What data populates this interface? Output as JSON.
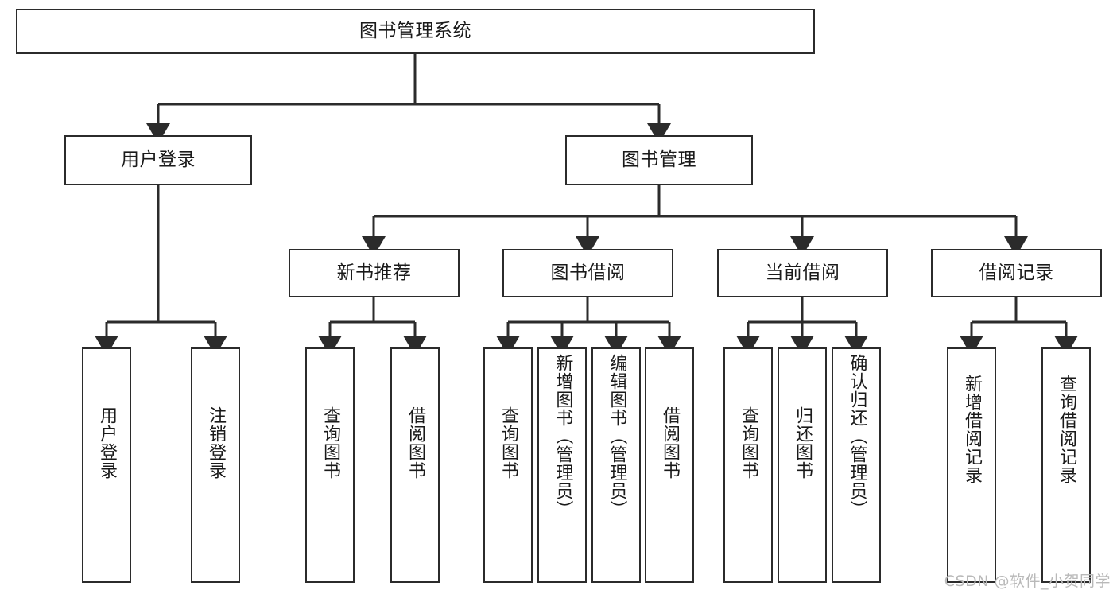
{
  "diagram": {
    "title": "图书管理系统",
    "type": "hierarchy-tree",
    "orientation": "top-down",
    "colors": {
      "stroke": "#2b2b2b",
      "fill": "#ffffff",
      "text": "#1a1a1a",
      "watermark": "#b9b9b9"
    },
    "root": {
      "id": "root",
      "label": "图书管理系统",
      "level": 1
    },
    "level2": [
      {
        "id": "user-login",
        "label": "用户登录",
        "level": 2
      },
      {
        "id": "book-management",
        "label": "图书管理",
        "level": 2
      }
    ],
    "level3": [
      {
        "id": "new-book-recommend",
        "label": "新书推荐",
        "level": 3,
        "parent": "book-management"
      },
      {
        "id": "book-borrow",
        "label": "图书借阅",
        "level": 3,
        "parent": "book-management"
      },
      {
        "id": "current-borrow",
        "label": "当前借阅",
        "level": 3,
        "parent": "book-management"
      },
      {
        "id": "borrow-record",
        "label": "借阅记录",
        "level": 3,
        "parent": "book-management"
      }
    ],
    "leaves": [
      {
        "id": "leaf-user-login",
        "label": "用户登录",
        "parent": "user-login"
      },
      {
        "id": "leaf-logout",
        "label": "注销登录",
        "parent": "user-login"
      },
      {
        "id": "leaf-query-book-1",
        "label": "查询图书",
        "parent": "new-book-recommend"
      },
      {
        "id": "leaf-borrow-book-1",
        "label": "借阅图书",
        "parent": "new-book-recommend"
      },
      {
        "id": "leaf-query-book-2",
        "label": "查询图书",
        "parent": "book-borrow"
      },
      {
        "id": "leaf-add-book",
        "label": "新增图书（管理员）",
        "parent": "book-borrow"
      },
      {
        "id": "leaf-edit-book",
        "label": "编辑图书（管理员）",
        "parent": "book-borrow"
      },
      {
        "id": "leaf-borrow-book-2",
        "label": "借阅图书",
        "parent": "book-borrow"
      },
      {
        "id": "leaf-query-book-3",
        "label": "查询图书",
        "parent": "current-borrow"
      },
      {
        "id": "leaf-return-book",
        "label": "归还图书",
        "parent": "current-borrow"
      },
      {
        "id": "leaf-confirm-return",
        "label": "确认归还（管理员）",
        "parent": "current-borrow"
      },
      {
        "id": "leaf-add-record",
        "label": "新增借阅记录",
        "parent": "borrow-record"
      },
      {
        "id": "leaf-query-record",
        "label": "查询借阅记录",
        "parent": "borrow-record"
      }
    ],
    "watermark": "CSDN @软件_小贺同学"
  }
}
